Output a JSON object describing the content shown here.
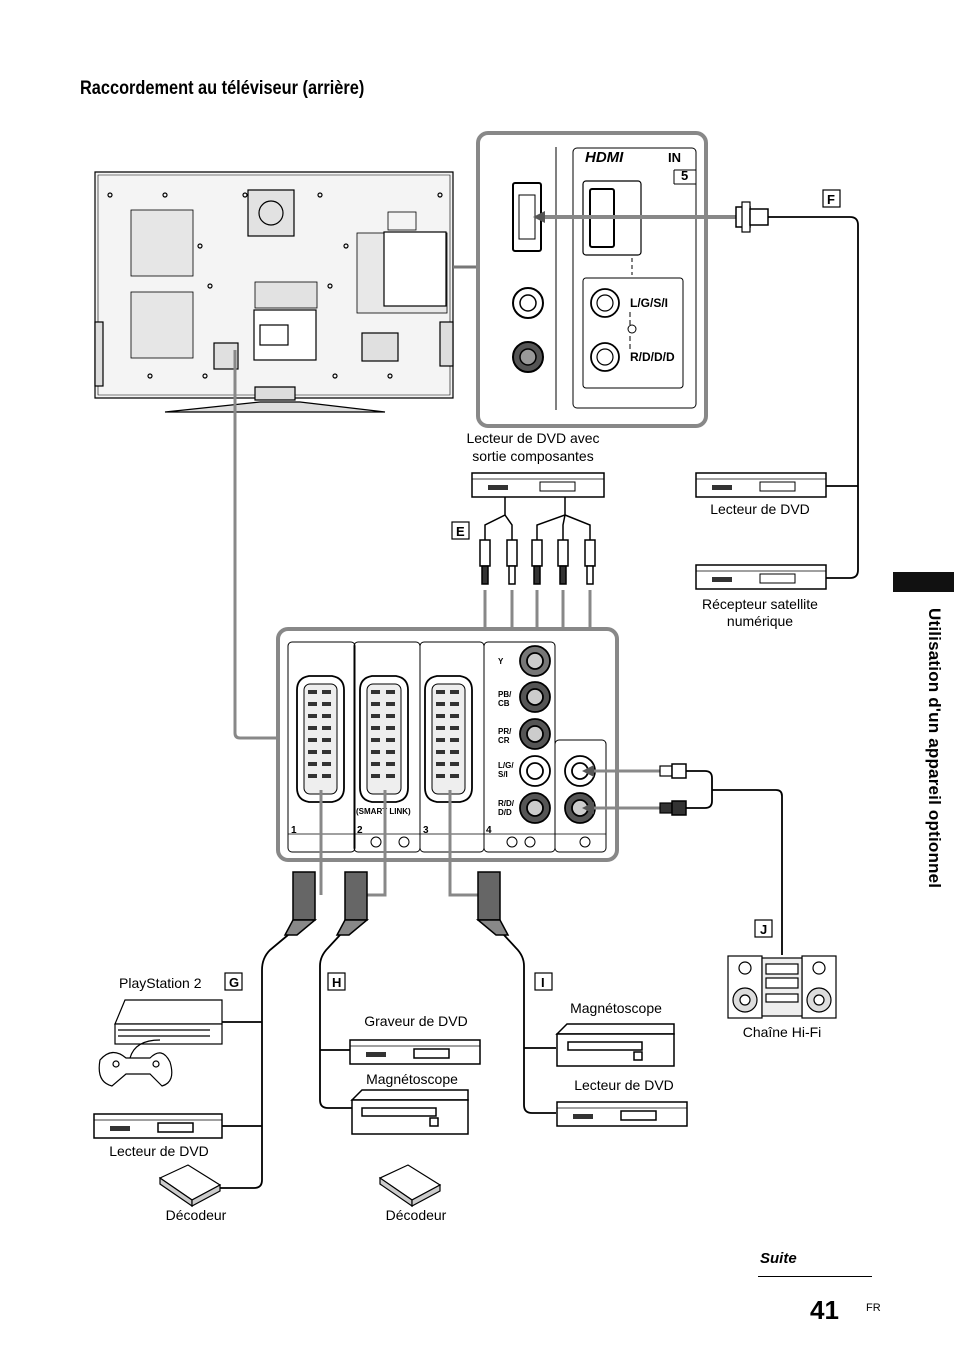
{
  "title": "Raccordement au téléviseur (arrière)",
  "side_label": "Utilisation d'un appareil optionnel",
  "footer": {
    "suite": "Suite",
    "page_number": "41",
    "page_suffix": "FR"
  },
  "hdmi_panel": {
    "logo": "HDMI",
    "in_label": "IN",
    "port_number": "5",
    "audio_left": "L/G/S/I",
    "audio_right": "R/D/D/D"
  },
  "callouts": {
    "E": "E",
    "F": "F",
    "G": "G",
    "H": "H",
    "I": "I",
    "J": "J"
  },
  "devices": {
    "dvd_component": "Lecteur de DVD avec sortie composantes",
    "dvd_hdmi": "Lecteur de DVD",
    "satellite": "Récepteur satellite numérique",
    "hifi": "Chaîne Hi-Fi",
    "playstation": "PlayStation 2",
    "dvd_g": "Lecteur de DVD",
    "decoder_g": "Décodeur",
    "dvd_recorder": "Graveur de DVD",
    "vcr_h": "Magnétoscope",
    "decoder_h": "Décodeur",
    "vcr_i": "Magnétoscope",
    "dvd_i": "Lecteur de DVD"
  },
  "bottom_panel": {
    "y": "Y",
    "pb": "PB/",
    "cb": "CB",
    "pr": "PR/",
    "cr": "CR",
    "lgsi": "L/G/",
    "si": "S/I",
    "rd": "R/D/",
    "dd": "D/D",
    "smartlink": "(SMART LINK)",
    "n1": "1",
    "n2": "2",
    "n3": "3",
    "n4": "4"
  }
}
